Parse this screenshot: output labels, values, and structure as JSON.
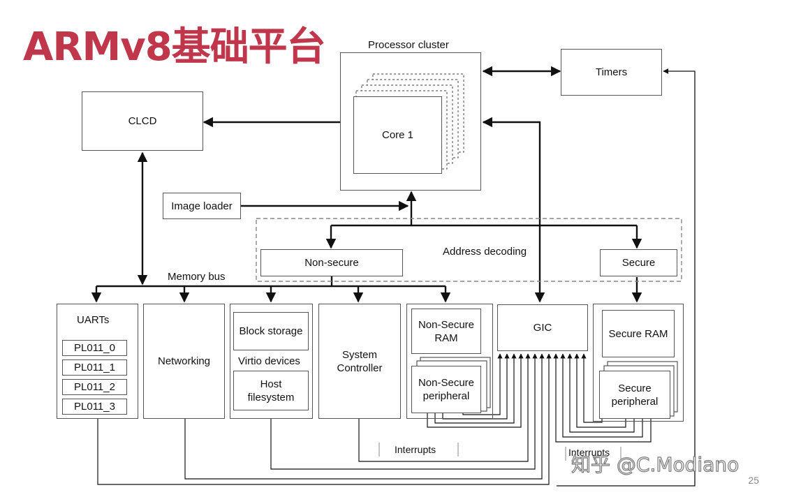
{
  "title": "ARMv8基础平台",
  "processor_cluster": {
    "label": "Processor cluster",
    "core": "Core 1"
  },
  "timers": "Timers",
  "clcd": "CLCD",
  "image_loader": "Image loader",
  "address_decoding": {
    "label": "Address decoding",
    "non_secure": "Non-secure",
    "secure": "Secure"
  },
  "memory_bus": "Memory bus",
  "uarts": {
    "label": "UARTs",
    "items": [
      "PL011_0",
      "PL011_1",
      "PL011_2",
      "PL011_3"
    ]
  },
  "networking": "Networking",
  "virtio": {
    "label": "Virtio devices",
    "block_storage": "Block storage",
    "host_fs_line1": "Host",
    "host_fs_line2": "filesystem"
  },
  "system_controller": {
    "line1": "System",
    "line2": "Controller"
  },
  "non_secure_ram": {
    "line1": "Non-Secure",
    "line2": "RAM"
  },
  "non_secure_peripheral": {
    "line1": "Non-Secure",
    "line2": "peripheral"
  },
  "gic": "GIC",
  "secure_ram": "Secure RAM",
  "secure_peripheral": {
    "line1": "Secure",
    "line2": "peripheral"
  },
  "interrupts_left": "Interrupts",
  "interrupts_right": "Interrupts",
  "watermark": "知乎 @C.Modiano",
  "page_number": "25"
}
